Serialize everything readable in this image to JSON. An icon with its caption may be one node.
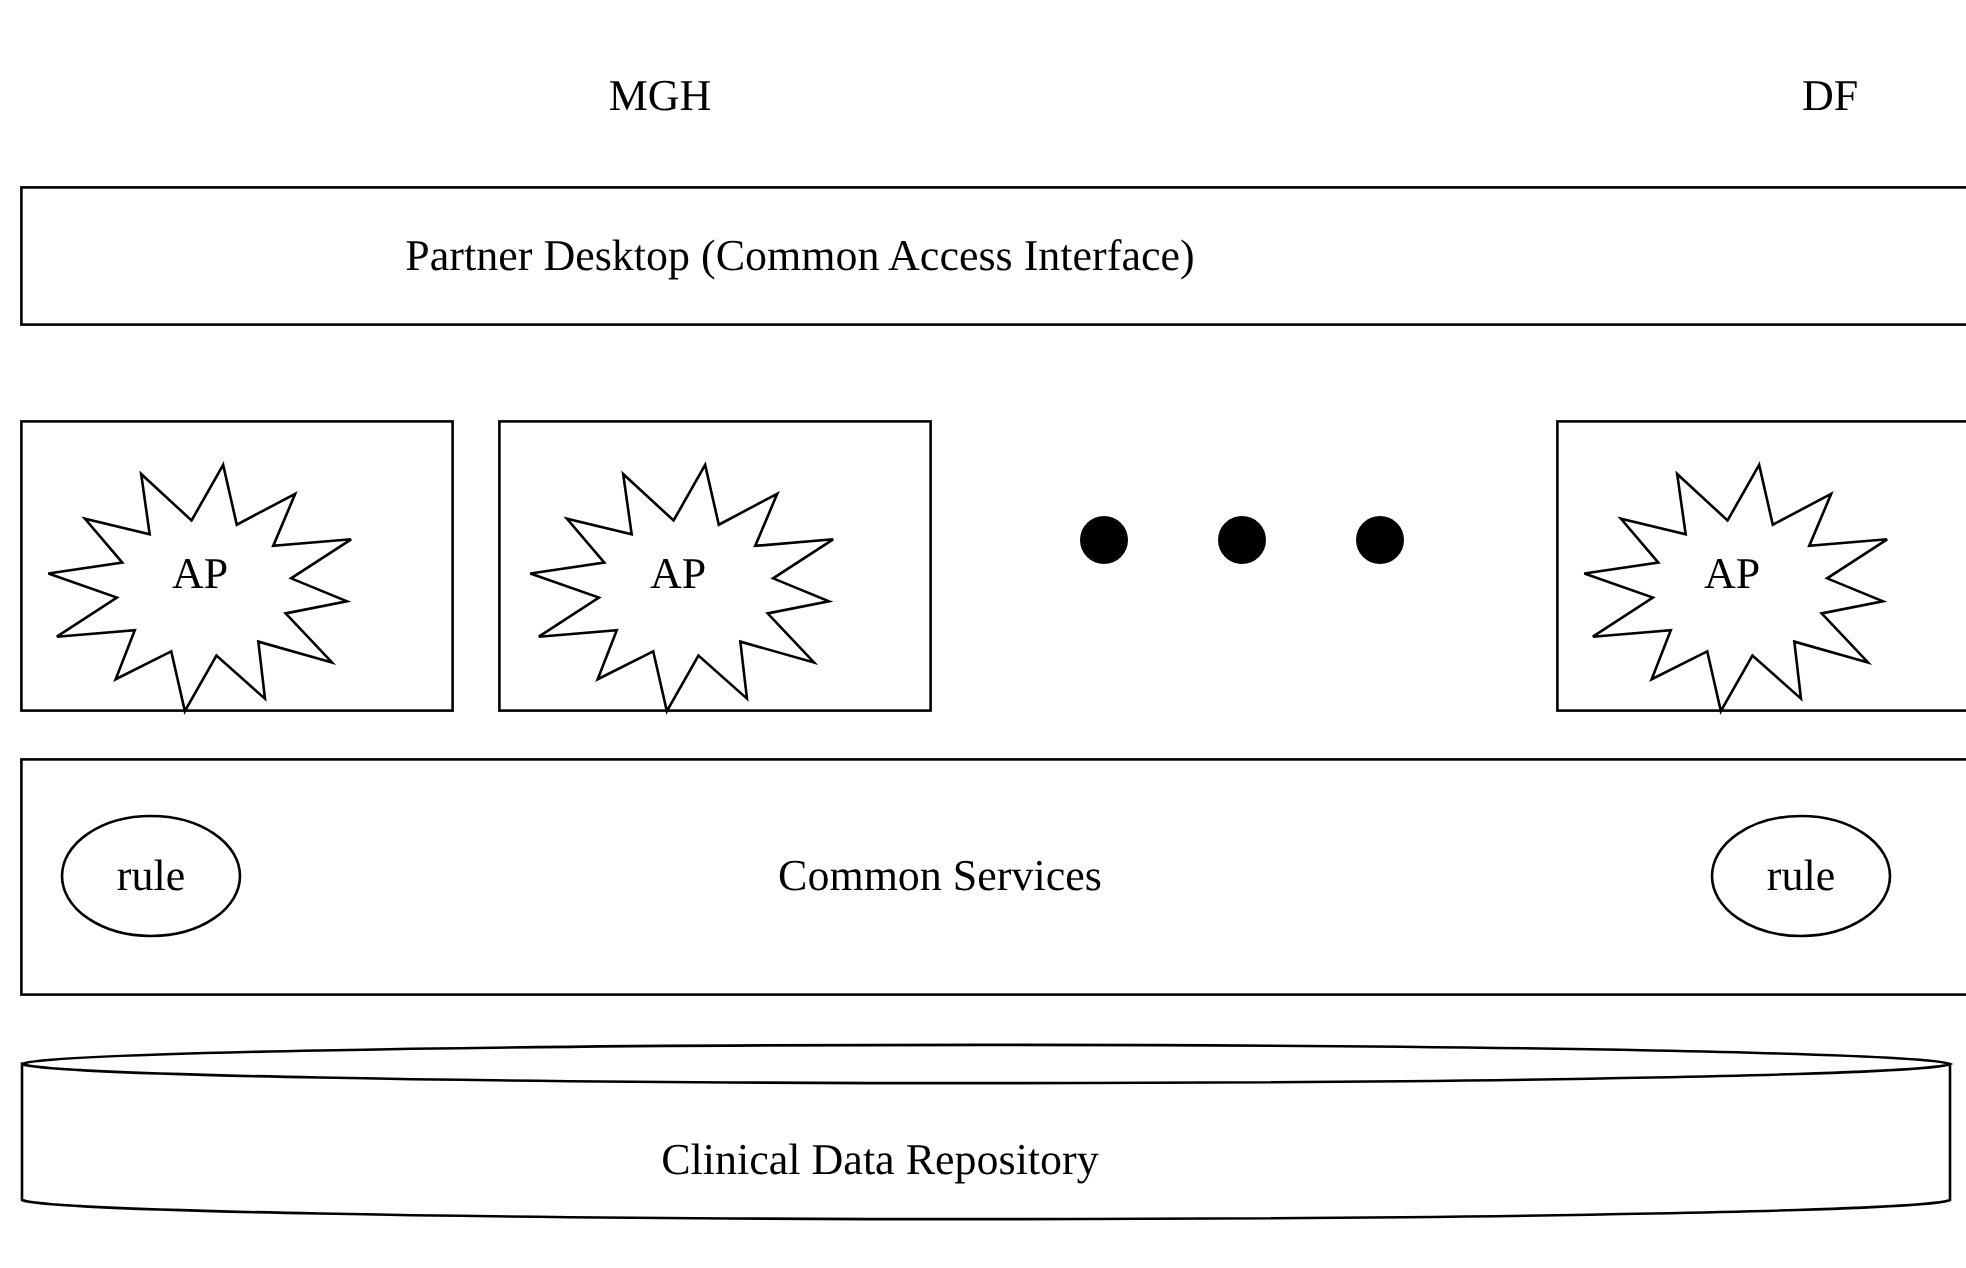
{
  "diagram": {
    "nodes": [
      {
        "text": [
          "Partner Desktop (Common Access Interface)"
        ]
      },
      {
        "text": [],
        "shape": "box"
      },
      {
        "text": [
          "AP"
        ],
        "in": 1
      },
      {
        "text": [],
        "shape": "box"
      },
      {
        "text": [
          "AP"
        ],
        "in": 3
      },
      {
        "text": [],
        "shape": "box"
      },
      {
        "text": [
          "AP"
        ],
        "in": 5
      },
      {
        "text": [
          "Common Services"
        ]
      },
      {
        "text": [
          "rule"
        ],
        "in": 7
      },
      {
        "text": [
          "rule"
        ],
        "in": 7
      },
      {
        "text": [
          "Clinical Data Repository"
        ]
      }
    ],
    "labels": [
      "MGH",
      "DF"
    ]
  }
}
